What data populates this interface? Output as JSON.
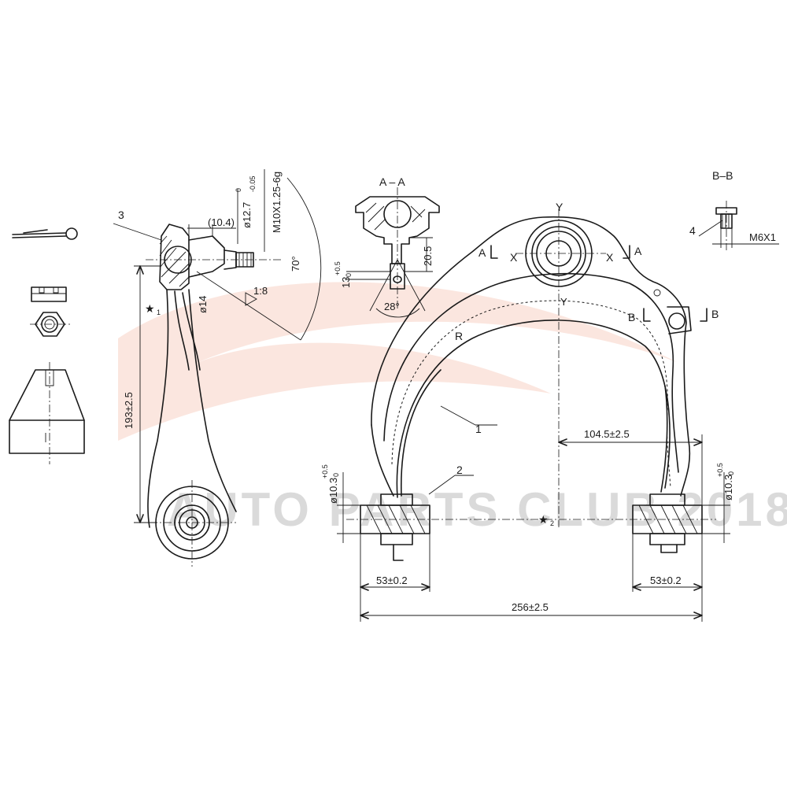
{
  "watermark": {
    "text": "AUTO PARTS CLUB 2018",
    "color": "#bdbdbd",
    "swoosh_color": "#f7d2c4"
  },
  "line_color": "#1a1a1a",
  "section_labels": {
    "aa": "A – A",
    "bb": "B–B",
    "a_left": "A",
    "a_right": "A",
    "b_left": "B",
    "b_right": "B",
    "x_left": "X",
    "x_right": "X",
    "y_top": "Y",
    "y_mid": "Y",
    "r": "R"
  },
  "part_numbers": {
    "p1": "1",
    "p2": "2",
    "p3": "3",
    "p4": "4"
  },
  "dimensions": {
    "overall_height": "193±2.5",
    "ball_offset": "(10.4)",
    "stud_dia": "ø12.7",
    "stud_dia_tol_upper": "0",
    "stud_dia_tol_lower": "-0.05",
    "thread": "M10X1.25-6g",
    "angle_70": "70°",
    "taper": "1:8",
    "neck_dia": "ø14",
    "stud_length": "20.5",
    "pin_hole": "13",
    "pin_hole_tol_upper": "+0.5",
    "pin_hole_tol_lower": "0",
    "angle_28": "28°",
    "offset": "104.5±2.5",
    "bushing_bore_left": "ø10.3",
    "bushing_bore_right": "ø10.3",
    "bore_tol_upper": "+0.5",
    "bore_tol_lower": "0",
    "bushing_len_left": "53±0.2",
    "bushing_len_right": "53±0.2",
    "bushing_span": "256±2.5",
    "bolt_thread": "M6X1"
  },
  "markers": {
    "star_1": "★",
    "star_1_sub": "1",
    "star_2": "★",
    "star_2_sub": "2"
  }
}
